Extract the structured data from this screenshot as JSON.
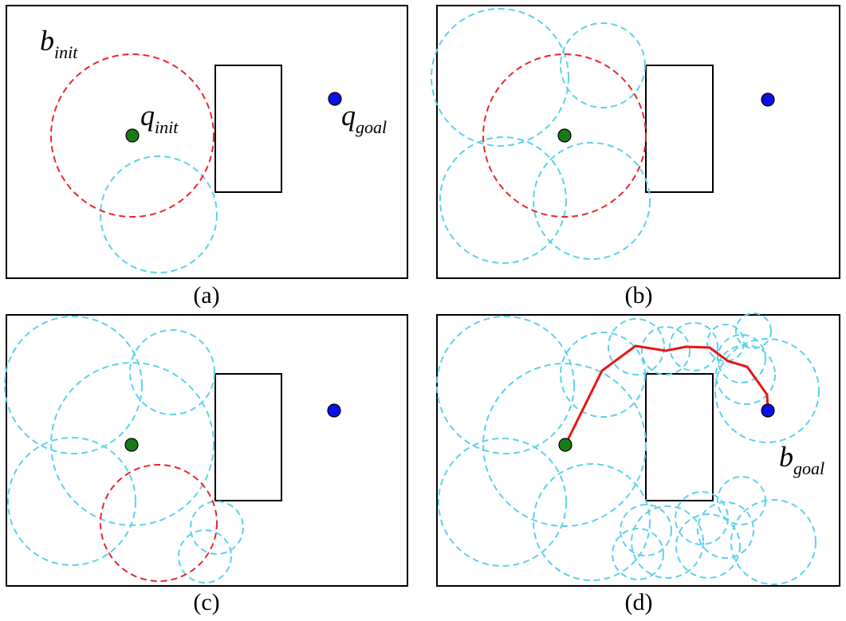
{
  "captions": {
    "a": "(a)",
    "b": "(b)",
    "c": "(c)",
    "d": "(d)"
  },
  "labels": {
    "b_init": {
      "base": "b",
      "sub": "init"
    },
    "q_init": {
      "base": "q",
      "sub": "init"
    },
    "q_goal": {
      "base": "q",
      "sub": "goal"
    },
    "b_goal": {
      "base": "b",
      "sub": "goal"
    }
  },
  "colors": {
    "frame": "#000000",
    "ball_current": "#e8262a",
    "ball_explored": "#5bd2ec",
    "q_init": "#1a7a1a",
    "q_goal": "#0a10e6",
    "path": "#e81414"
  },
  "panels": [
    "a",
    "b",
    "c",
    "d"
  ]
}
